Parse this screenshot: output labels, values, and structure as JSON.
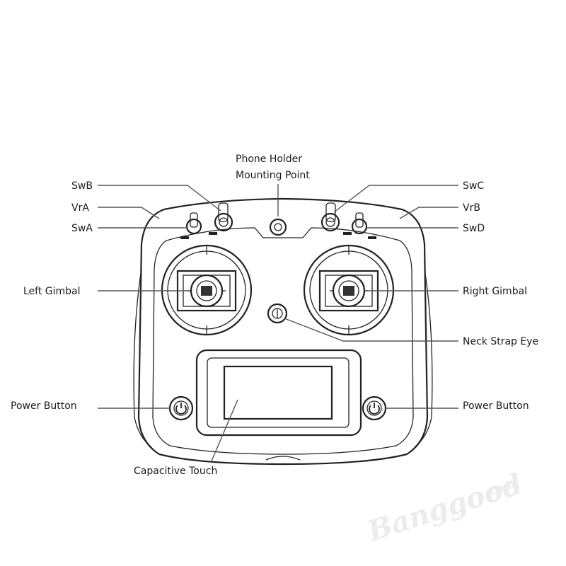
{
  "labels": {
    "phone_holder_line1": "Phone Holder",
    "phone_holder_line2": "Mounting Point",
    "swb": "SwB",
    "vra": "VrA",
    "swa": "SwA",
    "swc": "SwC",
    "vrb": "VrB",
    "swd": "SwD",
    "left_gimbal": "Left Gimbal",
    "right_gimbal": "Right Gimbal",
    "neck_strap_eye": "Neck Strap Eye",
    "power_button_left": "Power Button",
    "power_button_right": "Power Button",
    "capacitive_touch": "Capacitive Touch"
  },
  "watermark": {
    "brand": "Banggood",
    "suffix": ".com"
  },
  "colors": {
    "line": "#222222",
    "leader": "#555555",
    "text": "#1a1a1a",
    "watermark": "#ececec"
  },
  "icons": {
    "power": "power-icon"
  }
}
